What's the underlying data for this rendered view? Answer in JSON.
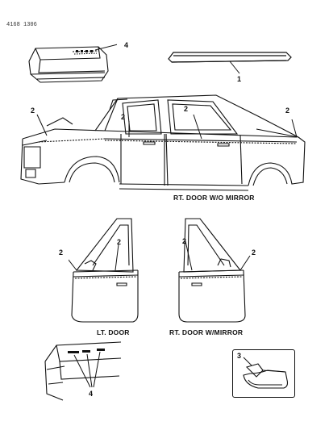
{
  "header": {
    "code": "4168 1306"
  },
  "views": {
    "right_door_without_mirror": "RT. DOOR W/O MIRROR",
    "left_door": "LT. DOOR",
    "right_door_with_mirror": "RT. DOOR W/MIRROR"
  },
  "callouts": {
    "roof_molding": "1",
    "belt_molding": "2",
    "mirror_molding": "3",
    "nameplate": "4"
  }
}
